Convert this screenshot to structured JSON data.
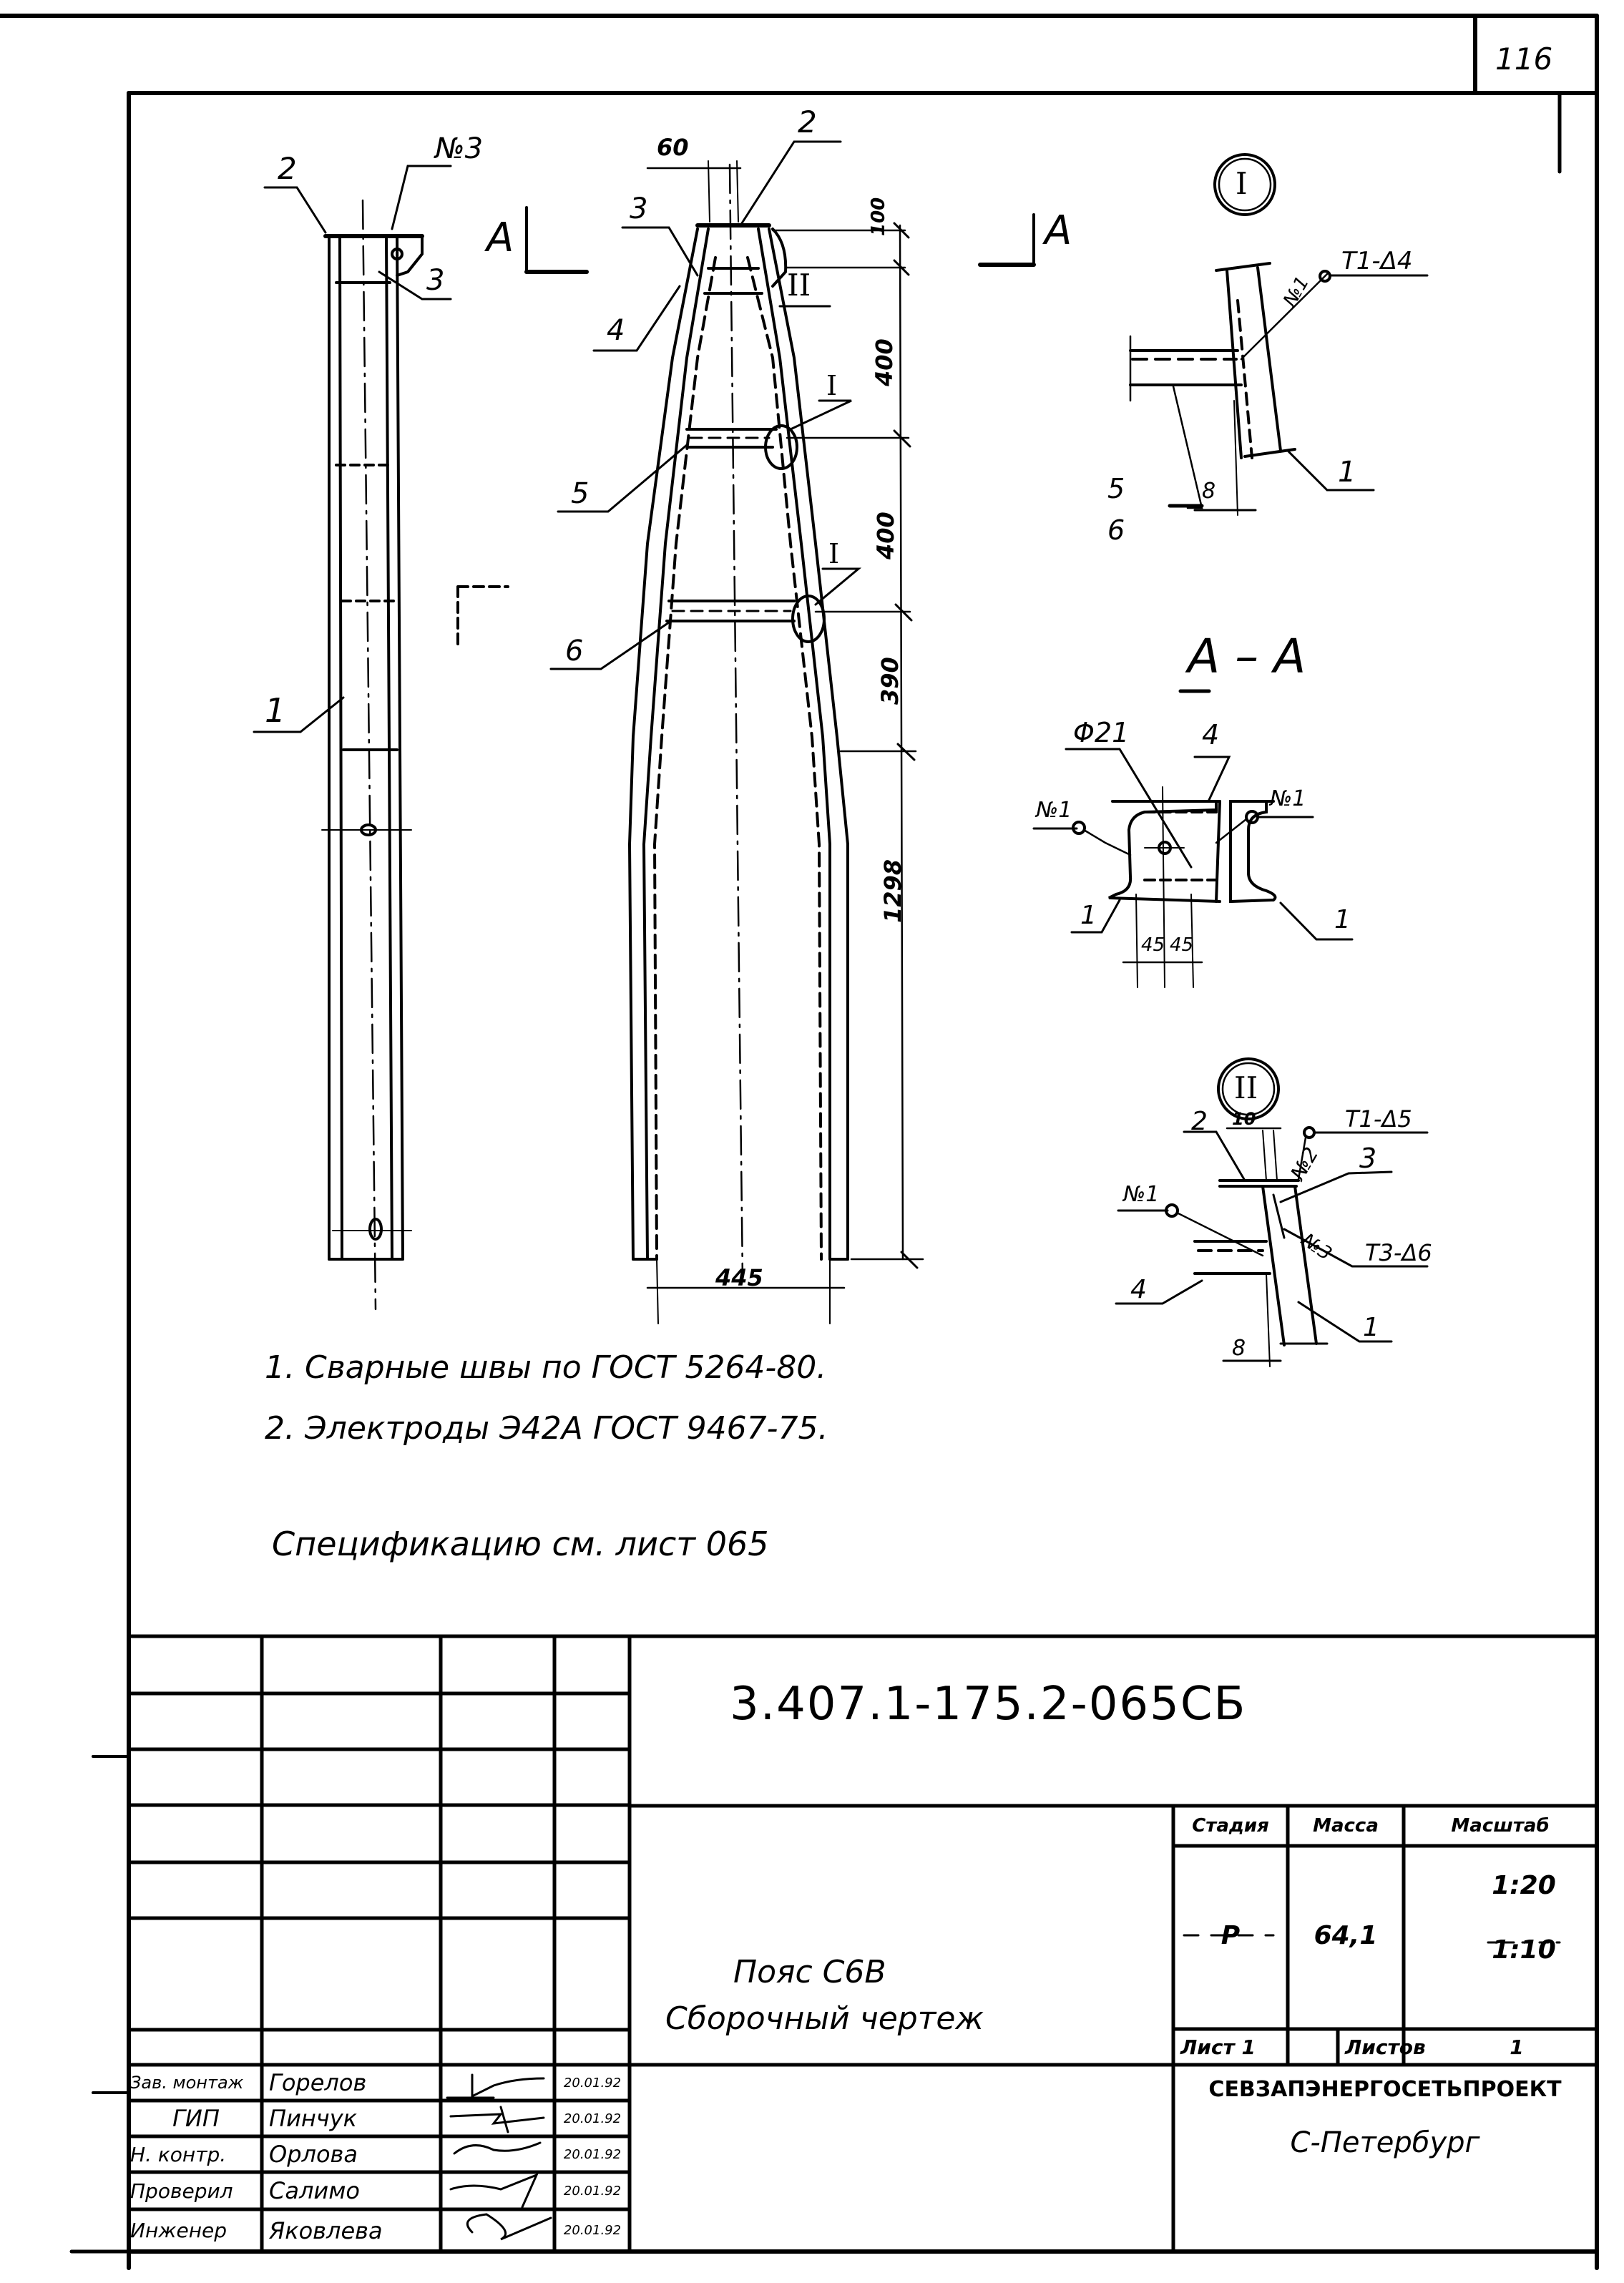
{
  "sheet": {
    "page_number": "116",
    "document_code": "3.407.1-175.2-065СБ"
  },
  "main_view": {
    "section_mark_left": "А",
    "section_mark_right": "А",
    "detail_callout_I": "I",
    "detail_callout_II": "II",
    "side_view_labels": {
      "pos2": "2",
      "weld3": "№3",
      "pos3": "3",
      "pos1": "1"
    },
    "front_view_labels": {
      "pos2": "2",
      "pos3": "3",
      "pos4": "4",
      "pos5": "5",
      "pos6": "6",
      "ref_II": "II",
      "ref_I_a": "I",
      "ref_I_b": "I"
    },
    "dimensions": {
      "top_width": "60",
      "d1": "100",
      "d2": "400",
      "d3": "400",
      "d4": "390",
      "d5": "1298",
      "base_width": "445"
    }
  },
  "detail_I": {
    "title": "I",
    "weld_label": "№1",
    "weld_spec": "Т1-Δ4",
    "labels": {
      "pos5": "5",
      "pos6": "6",
      "pos1": "1",
      "gap": "8"
    }
  },
  "section_AA": {
    "title": "А – А",
    "hole": "Φ21",
    "pos4": "4",
    "weld_left": "№1",
    "weld_right": "№1",
    "pos1_left": "1",
    "pos1_right": "1",
    "dim_left": "45",
    "dim_right": "45"
  },
  "detail_II": {
    "title": "II",
    "labels": {
      "pos2": "2",
      "gap_top": "10",
      "weld2": "№2",
      "weld2_spec": "Т1-Δ5",
      "pos3": "3",
      "weld1": "№1",
      "weld3": "№3",
      "weld3_spec": "Т3-Δ6",
      "pos4": "4",
      "pos1": "1",
      "gap_bottom": "8"
    }
  },
  "notes": {
    "items": [
      "1. Сварные  швы по ГОСТ 5264-80.",
      "2. Электроды Э42А ГОСТ 9467-75."
    ],
    "spec_ref": "Спецификацию  см. лист 065"
  },
  "title_block": {
    "code": "3.407.1-175.2-065СБ",
    "name_line1": "Пояс  С6В",
    "name_line2": "Сборочный  чертеж",
    "headers": {
      "stage": "Стадия",
      "mass": "Масса",
      "scale": "Масштаб"
    },
    "values": {
      "stage": "Р",
      "mass": "64,1",
      "scale1": "1:20",
      "scale2": "1:10"
    },
    "sheet_label": "Лист 1",
    "sheets_label": "Листов",
    "sheets_value": "1",
    "organization": "СЕВЗАПЭНЕРГОСЕТЬПРОЕКТ",
    "city": "С-Петербург",
    "signatures": [
      {
        "role": "Зав. монтаж",
        "name": "Горелов",
        "date": "20.01.92"
      },
      {
        "role": "ГИП",
        "name": "Пинчук",
        "date": "20.01.92"
      },
      {
        "role": "Н. контр.",
        "name": "Орлова",
        "date": "20.01.92"
      },
      {
        "role": "Проверил",
        "name": "Салимо",
        "date": "20.01.92"
      },
      {
        "role": "Инженер",
        "name": "Яковлева",
        "date": "20.01.92"
      }
    ]
  }
}
